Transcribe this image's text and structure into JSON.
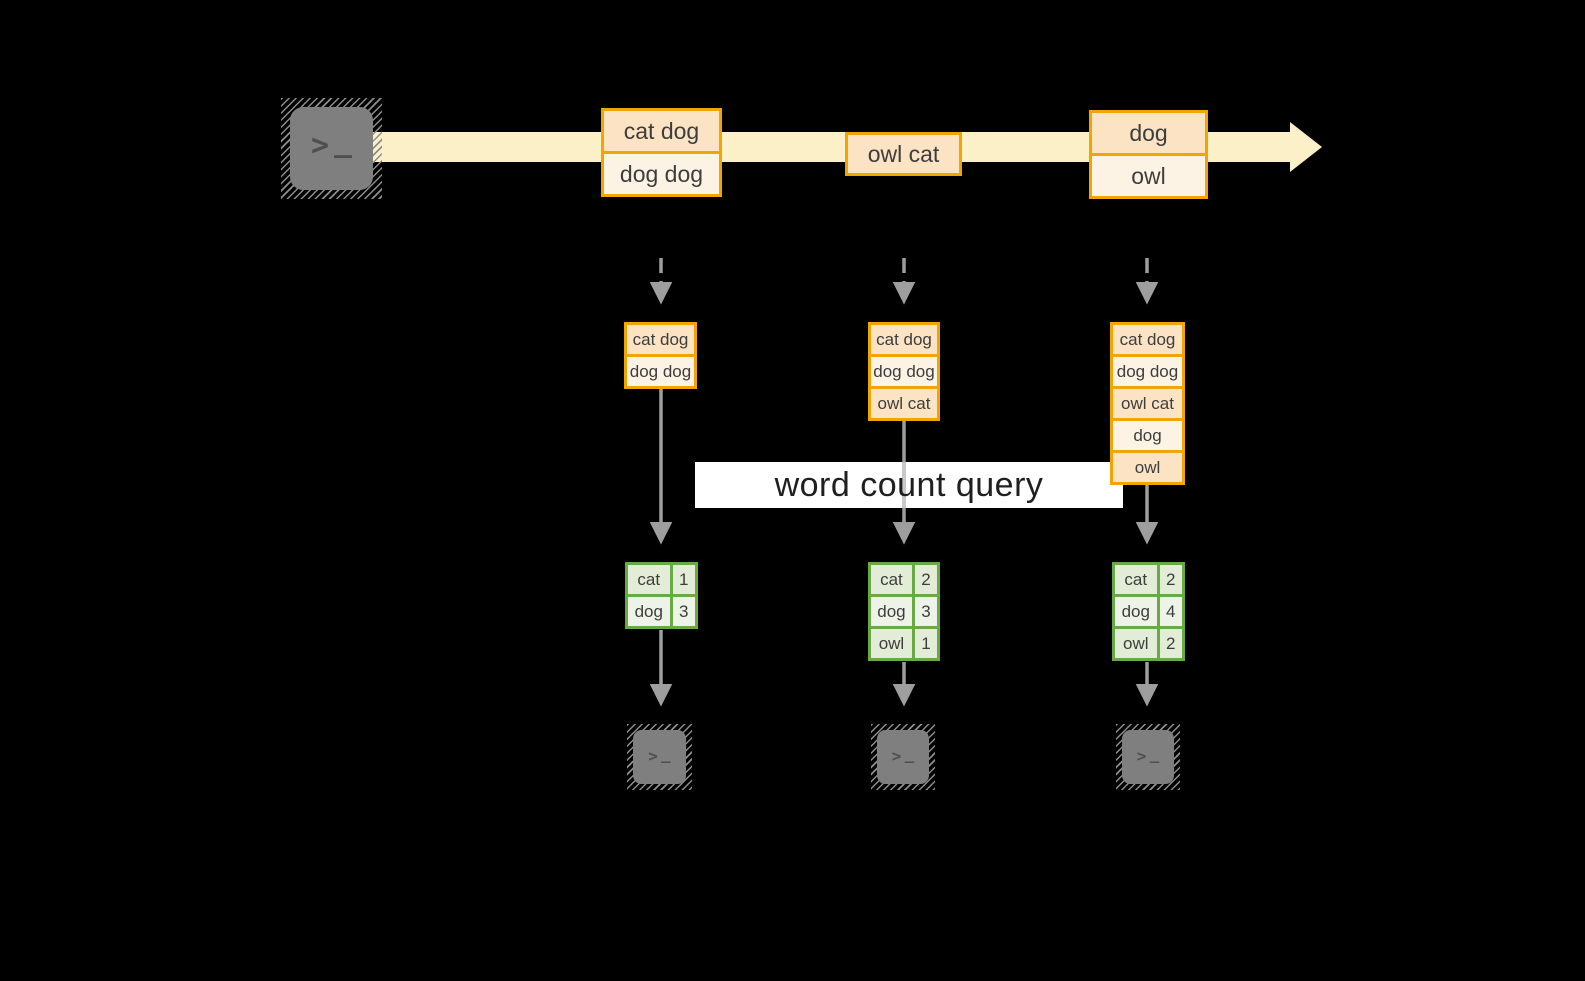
{
  "query_label": "word count query",
  "terminal": {
    "chevron": ">",
    "underscore": "_"
  },
  "timeline": {
    "batches": [
      {
        "rows": [
          "cat dog",
          "dog dog"
        ]
      },
      {
        "rows": [
          "owl cat"
        ]
      },
      {
        "rows": [
          "dog",
          "owl"
        ]
      }
    ]
  },
  "columns": [
    {
      "state_rows": [
        "cat dog",
        "dog dog"
      ],
      "counts": [
        {
          "word": "cat",
          "count": "1"
        },
        {
          "word": "dog",
          "count": "3"
        }
      ]
    },
    {
      "state_rows": [
        "cat dog",
        "dog dog",
        "owl cat"
      ],
      "counts": [
        {
          "word": "cat",
          "count": "2"
        },
        {
          "word": "dog",
          "count": "3"
        },
        {
          "word": "owl",
          "count": "1"
        }
      ]
    },
    {
      "state_rows": [
        "cat dog",
        "dog dog",
        "owl cat",
        "dog",
        "owl"
      ],
      "counts": [
        {
          "word": "cat",
          "count": "2"
        },
        {
          "word": "dog",
          "count": "4"
        },
        {
          "word": "owl",
          "count": "2"
        }
      ]
    }
  ],
  "colors": {
    "accent_orange": "#f0a500",
    "accent_green": "#6aaa46",
    "band_yellow": "#fcf0c8",
    "background": "#000000"
  }
}
